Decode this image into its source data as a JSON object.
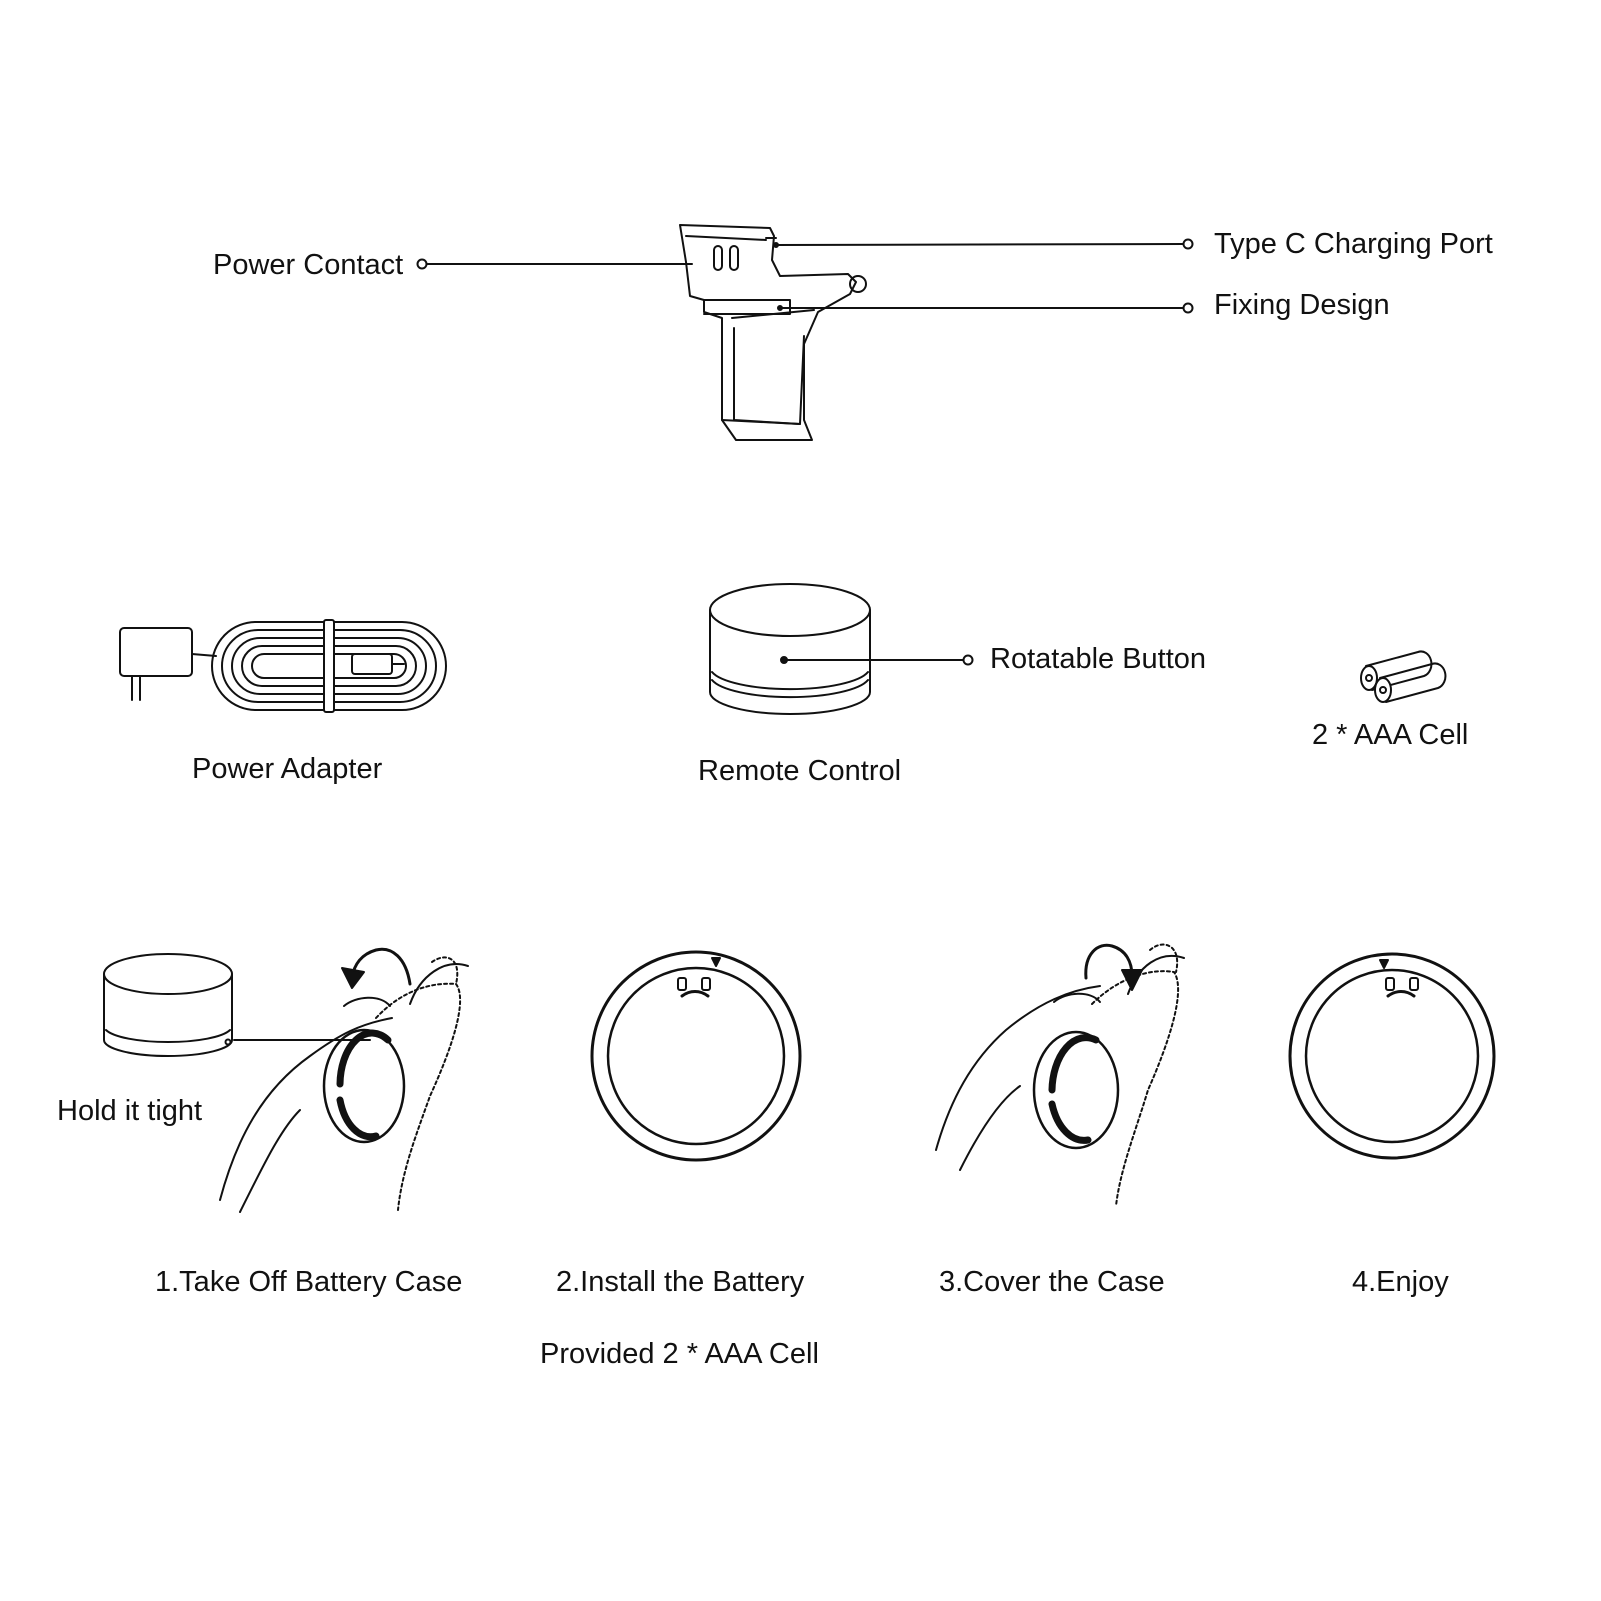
{
  "parts": {
    "power_contact": "Power Contact",
    "type_c_port": "Type C Charging Port",
    "fixing_design": "Fixing Design",
    "rotatable_button": "Rotatable Button"
  },
  "contents": {
    "power_adapter": "Power Adapter",
    "remote_control": "Remote Control",
    "battery_cells": "2 * AAA Cell"
  },
  "steps": {
    "hold_tip": "Hold it tight",
    "step1": "1.Take Off Battery Case",
    "step2": "2.Install the Battery",
    "step3": "3.Cover the Case",
    "step4": "4.Enjoy",
    "battery_note": "Provided 2 * AAA Cell"
  },
  "colors": {
    "ink": "#111111",
    "background": "#ffffff"
  }
}
